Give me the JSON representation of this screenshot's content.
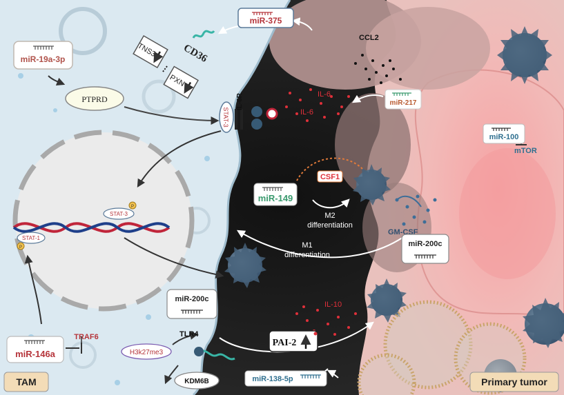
{
  "regions": {
    "tam_label": "TAM",
    "tumor_label": "Primary tumor"
  },
  "mirnas": {
    "mir375": "miR-375",
    "mir19a": "miR-19a-3p",
    "mir217": "miR-217",
    "mir100": "miR-100",
    "mir149": "miR-149",
    "mir200c_top": "miR-200c",
    "mir200c_bottom": "miR-200c",
    "mir146a": "miR-146a",
    "mir138": "miR-138-5p"
  },
  "molecules": {
    "cd36": "CD36",
    "tns3": "TNS3",
    "pxn": "PXN",
    "ptprd": "PTPRD",
    "ccl2": "CCL2",
    "il6_a": "IL-6",
    "il6_b": "IL-6",
    "il6r": "IL-6R",
    "stat3_membrane": "STAT-3",
    "stat3_nucleus": "STAT-3",
    "stat1": "STAT-1",
    "phospho_a": "P",
    "phospho_b": "P",
    "mtor": "mTOR",
    "csf1": "CSF1",
    "gmcsf": "GM-CSF",
    "il10": "IL-10",
    "pai2": "PAI-2",
    "traf6": "TRAF6",
    "tlr4": "TLR4",
    "h3k27me3": "H3k27me3",
    "kdm6b": "KDM6B"
  },
  "labels": {
    "m2_line1": "M2",
    "m2_line2": "differentiation",
    "m1_line1": "M1",
    "m1_line2": "differentiation"
  },
  "colors": {
    "mirna_red": "#b5343a",
    "mirna_green": "#3a9a6e",
    "mirna_blue": "#2f6f8f",
    "mirna_brown": "#9a4a3a",
    "cytokine_red": "#e0303a",
    "tam_bg": "#dbe9f1",
    "tumor_bg": "#f2b8b4",
    "macrophage": "#46627a"
  }
}
